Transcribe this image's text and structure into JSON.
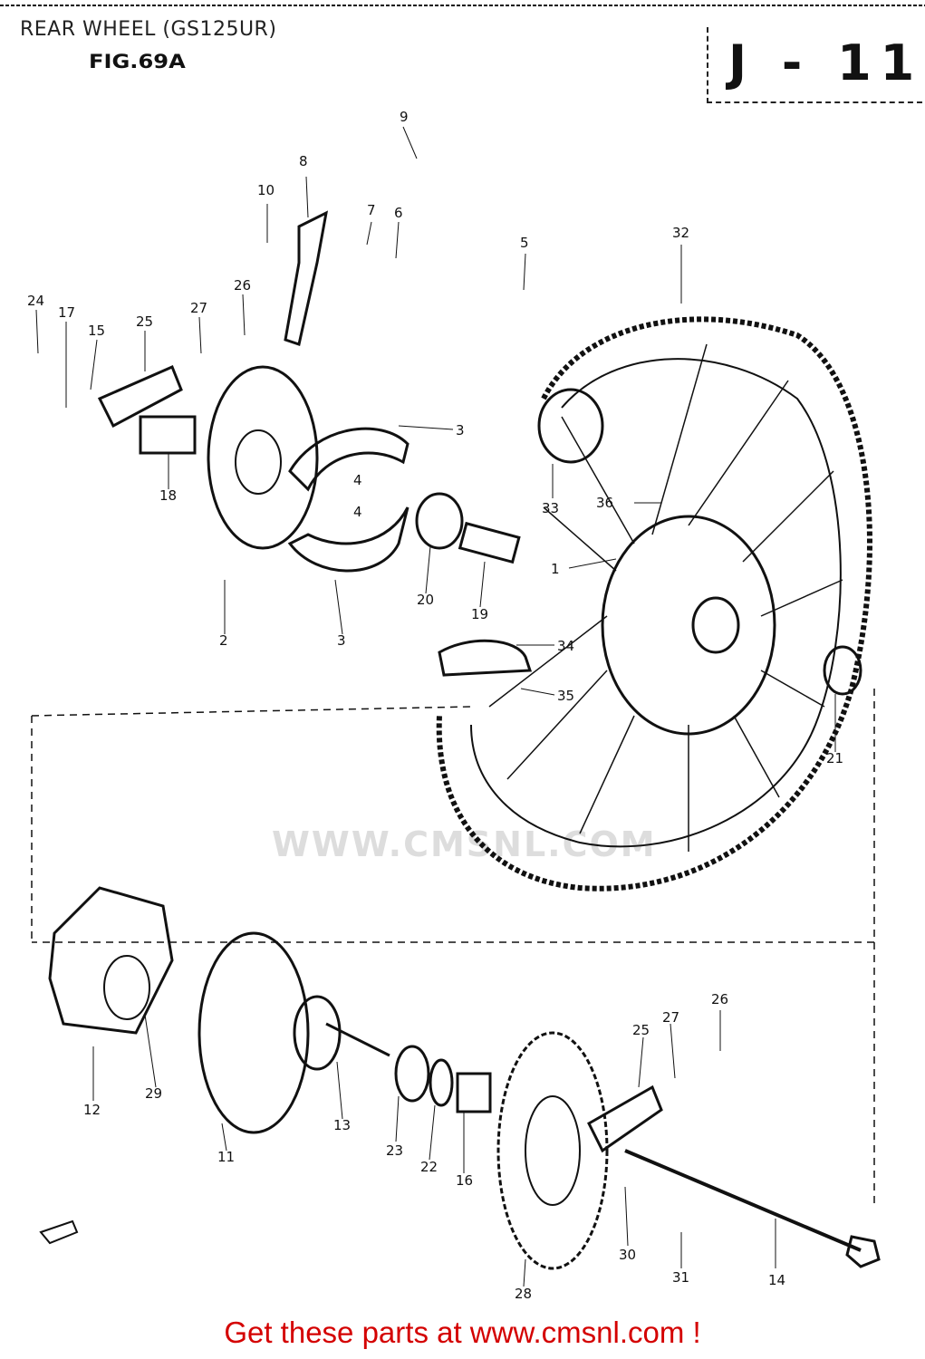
{
  "header": {
    "title": "REAR WHEEL (GS125UR)",
    "figure": "FIG.69A",
    "page_code": "J - 11"
  },
  "callouts": [
    "1",
    "2",
    "3",
    "3",
    "4",
    "4",
    "5",
    "6",
    "7",
    "8",
    "9",
    "10",
    "11",
    "12",
    "13",
    "14",
    "15",
    "16",
    "17",
    "18",
    "19",
    "20",
    "21",
    "22",
    "23",
    "24",
    "25",
    "25",
    "26",
    "26",
    "27",
    "27",
    "28",
    "29",
    "30",
    "31",
    "32",
    "33",
    "34",
    "35",
    "36"
  ],
  "watermark": "WWW.CMSNL.COM",
  "footer": {
    "link_text": "Get these parts at www.cmsnl.com !"
  },
  "colors": {
    "footer": "#d40000",
    "line": "#111111"
  }
}
